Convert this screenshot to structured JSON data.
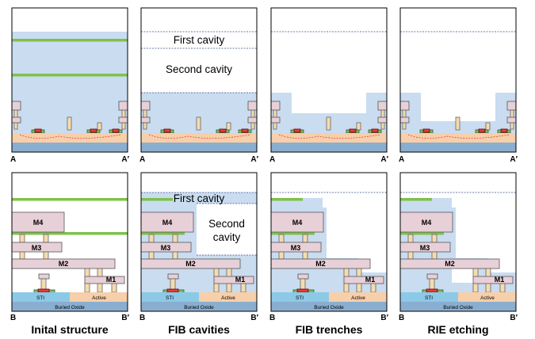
{
  "captions": [
    "Inital structure",
    "FIB cavities",
    "FIB trenches",
    "RIE etching"
  ],
  "corner_labels_top": {
    "left": "A",
    "right": "A′"
  },
  "corner_labels_bottom": {
    "left": "B",
    "right": "B′"
  },
  "cavity_labels": {
    "first": "First cavity",
    "second_top": "Second cavity",
    "second_line1": "Second",
    "second_line2": "cavity"
  },
  "layer_labels": {
    "m4": "M4",
    "m3": "M3",
    "m2": "M2",
    "m1": "M1",
    "sti": "STI",
    "active": "Active",
    "buried_oxide": "Buried Oxide"
  },
  "colors": {
    "dielectric": "#c9dcf0",
    "metal": "#e8d0d8",
    "via": "#f5dcae",
    "green": "#7ec24a",
    "substrate": "#f7cfaa",
    "oxide": "#8aaed0",
    "sti": "#8cc9e6",
    "gate": "#e83a3a"
  }
}
